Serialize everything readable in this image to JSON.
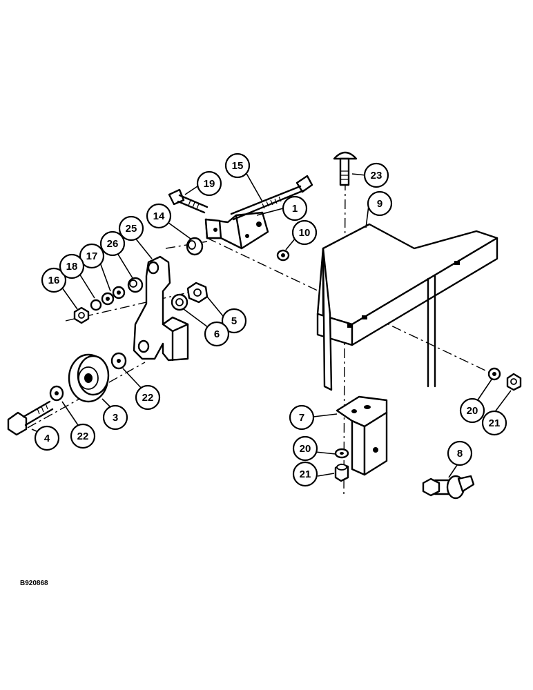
{
  "drawing": {
    "reference": "B920868"
  },
  "callouts": [
    {
      "id": "c1",
      "label": "1"
    },
    {
      "id": "c3",
      "label": "3"
    },
    {
      "id": "c4",
      "label": "4"
    },
    {
      "id": "c5",
      "label": "5"
    },
    {
      "id": "c6",
      "label": "6"
    },
    {
      "id": "c7",
      "label": "7"
    },
    {
      "id": "c8",
      "label": "8"
    },
    {
      "id": "c9",
      "label": "9"
    },
    {
      "id": "c10",
      "label": "10"
    },
    {
      "id": "c14",
      "label": "14"
    },
    {
      "id": "c15",
      "label": "15"
    },
    {
      "id": "c16",
      "label": "16"
    },
    {
      "id": "c17",
      "label": "17"
    },
    {
      "id": "c18",
      "label": "18"
    },
    {
      "id": "c19",
      "label": "19"
    },
    {
      "id": "c20a",
      "label": "20"
    },
    {
      "id": "c20b",
      "label": "20"
    },
    {
      "id": "c21a",
      "label": "21"
    },
    {
      "id": "c21b",
      "label": "21"
    },
    {
      "id": "c22a",
      "label": "22"
    },
    {
      "id": "c22b",
      "label": "22"
    },
    {
      "id": "c23",
      "label": "23"
    },
    {
      "id": "c25",
      "label": "25"
    },
    {
      "id": "c26",
      "label": "26"
    }
  ],
  "colors": {
    "ink": "#000000",
    "paper": "#ffffff"
  }
}
